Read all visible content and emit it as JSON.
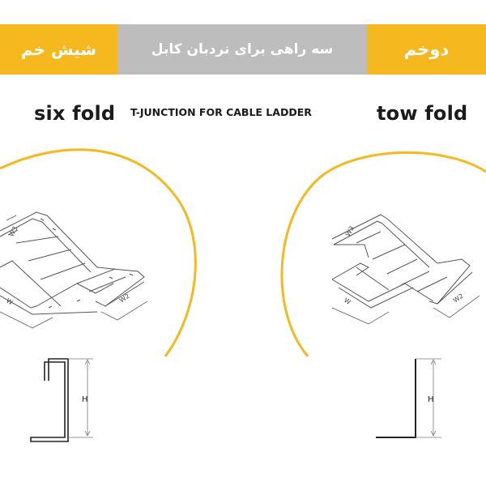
{
  "banner": {
    "left_label": "شیش خم",
    "center_label": "سه راهی برای نردبان کابل",
    "right_label": "دوخم"
  },
  "variants": {
    "left_title": "six fold",
    "right_title": "tow fold"
  },
  "subtitle": "T-JUNCTION FOR CABLE LADDER",
  "dimension_labels": {
    "w_small": "W3",
    "w_main": "W",
    "w_branch": "W2",
    "height": "H"
  },
  "colors": {
    "accent": "#f5b81f",
    "banner_mid": "#bdbdbd",
    "line": "#333333"
  }
}
